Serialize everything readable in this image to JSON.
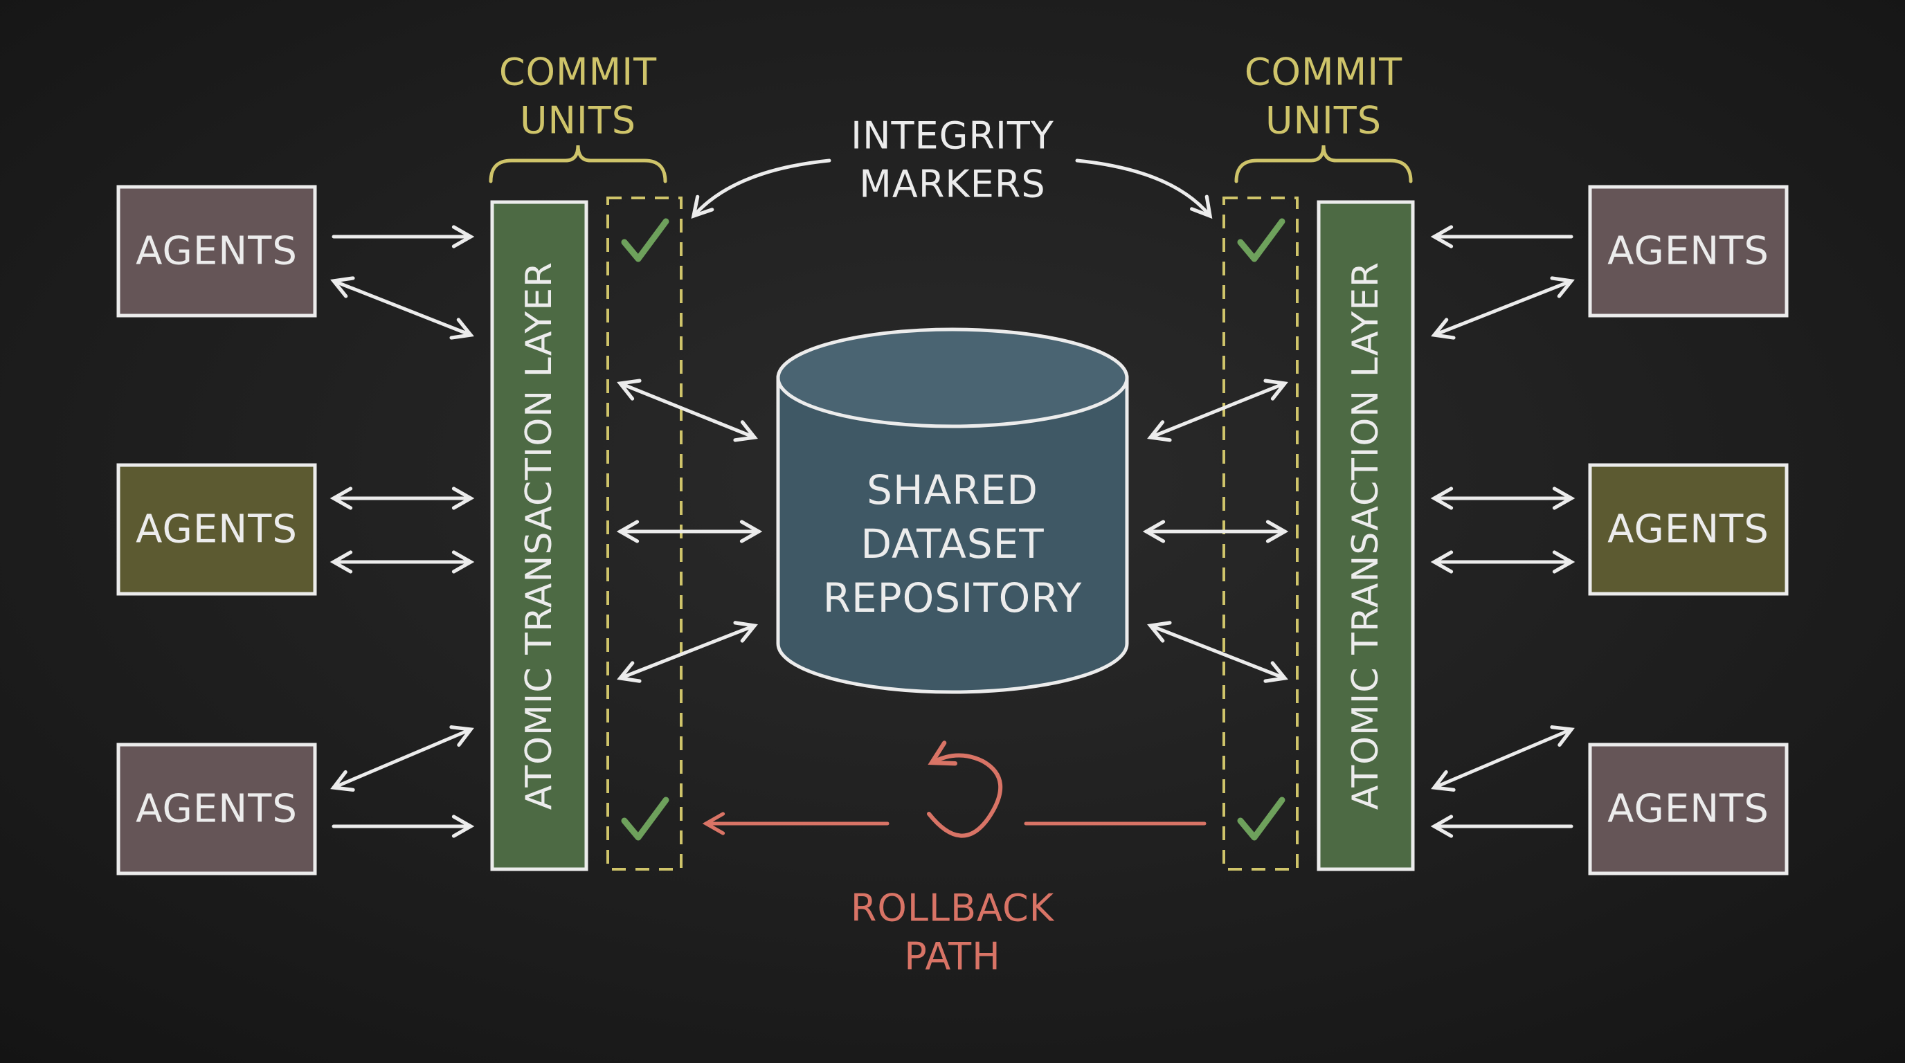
{
  "agents_label": "AGENTS",
  "layer_label": "ATOMIC TRANSACTION LAYER",
  "commit_units": {
    "line1": "COMMIT",
    "line2": "UNITS"
  },
  "integrity_markers": {
    "line1": "INTEGRITY",
    "line2": "MARKERS"
  },
  "repository": {
    "line1": "SHARED",
    "line2": "DATASET",
    "line3": "REPOSITORY"
  },
  "rollback": {
    "line1": "ROLLBACK",
    "line2": "PATH"
  },
  "icons": {
    "checkmark": "check-icon",
    "rollback": "rollback-arrow-icon"
  },
  "colors": {
    "background": "#1c1c1c",
    "chalk": "#ececec",
    "agent_mauve": "#655557",
    "agent_olive": "#5c5a31",
    "layer_green": "#4d6a44",
    "repository_slate": "#3f5865",
    "commit_yellow": "#cfc46a",
    "check_green": "#6ea15c",
    "rollback_red": "#d97466"
  }
}
